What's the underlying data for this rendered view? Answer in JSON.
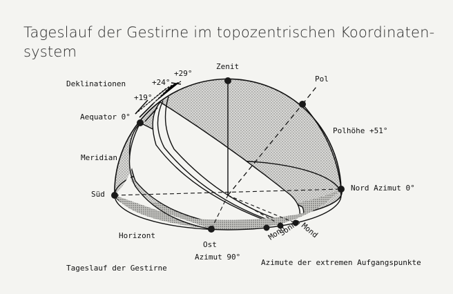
{
  "title": "Tageslauf der Gestirne im topozentrischen Koordinaten-\nsystem",
  "diagram": {
    "labels": {
      "zenit": "Zenit",
      "pol": "Pol",
      "deklinationen": "Deklinationen",
      "dek_plus24": "+24°",
      "dek_plus29": "+29°",
      "dek_plus19": "+19°",
      "aequator": "Aequator 0°",
      "polhoehe": "Polhöhe +51°",
      "meridian": "Meridian",
      "sued": "Süd",
      "nord_azimut": "Nord Azimut 0°",
      "horizont": "Horizont",
      "ost": "Ost",
      "azimut_90": "Azimut 90°",
      "mond_1": "Mond",
      "sonne": "Sonne",
      "mond_2": "Mond",
      "caption_left": "Tageslauf der Gestirne",
      "caption_right": "Azimute der extremen Aufgangspunkte"
    }
  }
}
